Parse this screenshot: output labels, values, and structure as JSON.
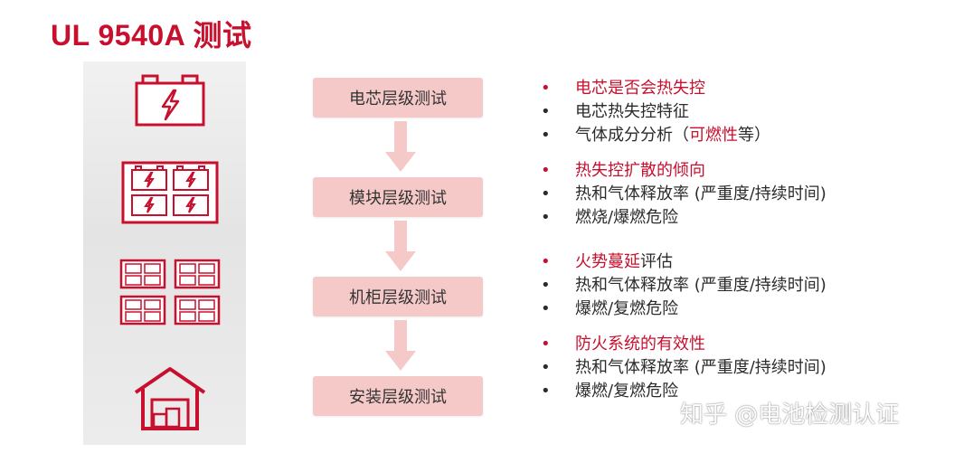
{
  "title": "UL 9540A 测试",
  "accent_color": "#c8102e",
  "step_fill_color": "#f6c9c9",
  "icons": [
    "battery-cell-icon",
    "battery-module-icon",
    "battery-rack-icon",
    "installation-warehouse-icon",
    "down-arrow-icon"
  ],
  "steps": [
    {
      "label": "电芯层级测试"
    },
    {
      "label": "模块层级测试"
    },
    {
      "label": "机柜层级测试"
    },
    {
      "label": "安装层级测试"
    }
  ],
  "groups": [
    {
      "items": [
        {
          "bullet": "•",
          "prefix": "",
          "highlight": "电芯是否会热失控",
          "suffix": ""
        },
        {
          "bullet": "•",
          "prefix": "电芯热失控特征",
          "highlight": "",
          "suffix": ""
        },
        {
          "bullet": "•",
          "prefix": "气体成分分析（",
          "highlight": "可燃性",
          "suffix": "等）"
        }
      ]
    },
    {
      "items": [
        {
          "bullet": "•",
          "prefix": "",
          "highlight": "热失控扩散的倾向",
          "suffix": ""
        },
        {
          "bullet": "•",
          "prefix": "热和气体释放率 (严重度/持续时间)",
          "highlight": "",
          "suffix": ""
        },
        {
          "bullet": "•",
          "prefix": "燃烧/爆燃危险",
          "highlight": "",
          "suffix": ""
        }
      ]
    },
    {
      "items": [
        {
          "bullet": "•",
          "prefix": "",
          "highlight": "火势蔓延",
          "suffix": "评估"
        },
        {
          "bullet": "•",
          "prefix": "热和气体释放率 (严重度/持续时间)",
          "highlight": "",
          "suffix": ""
        },
        {
          "bullet": "•",
          "prefix": "爆燃/复燃危险",
          "highlight": "",
          "suffix": ""
        }
      ]
    },
    {
      "items": [
        {
          "bullet": "•",
          "prefix": "",
          "highlight": "防火系统的有效性",
          "suffix": ""
        },
        {
          "bullet": "•",
          "prefix": "热和气体释放率 (严重度/持续时间)",
          "highlight": "",
          "suffix": ""
        },
        {
          "bullet": "•",
          "prefix": "爆燃/复燃危险",
          "highlight": "",
          "suffix": ""
        }
      ]
    }
  ],
  "watermark": "知乎 @电池检测认证"
}
